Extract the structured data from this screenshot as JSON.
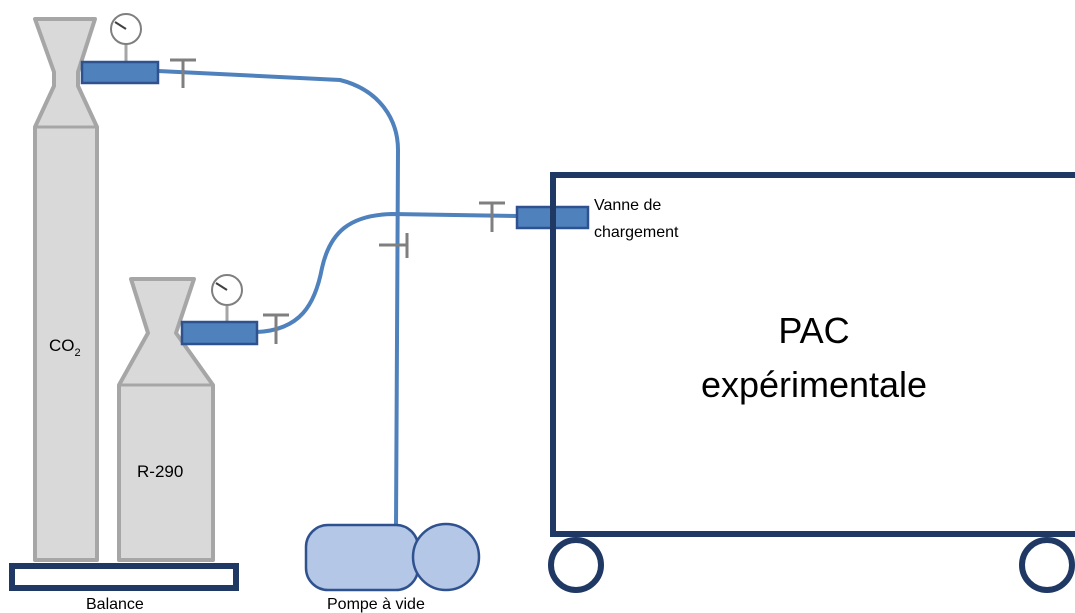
{
  "labels": {
    "co2_base": "CO",
    "co2_sub": "2",
    "r290": "R-290",
    "balance": "Balance",
    "pump": "Pompe à vide",
    "valve_line1": "Vanne de",
    "valve_line2": "chargement",
    "pac_line1": "PAC",
    "pac_line2": "expérimentale"
  },
  "colors": {
    "cylinder_fill": "#d9d9d9",
    "cylinder_stroke": "#a6a6a6",
    "hose": "#4f81bd",
    "fitting_fill": "#4f81bd",
    "fitting_stroke": "#2f528f",
    "valve_handle": "#7f7f7f",
    "frame": "#1f3864",
    "pump_fill": "#b4c7e7",
    "pump_stroke": "#2f528f"
  }
}
